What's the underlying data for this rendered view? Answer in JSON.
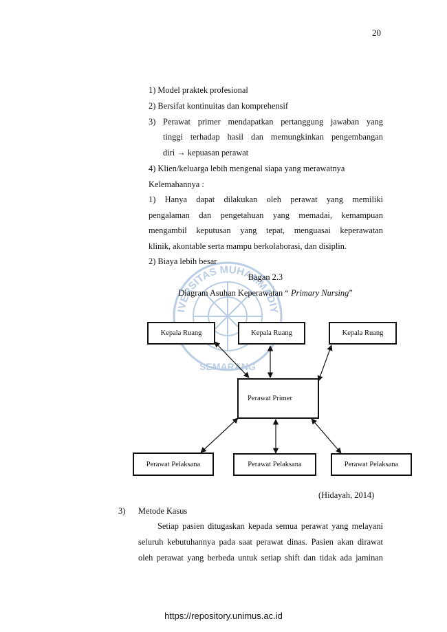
{
  "page_number": "20",
  "list_items": [
    "1) Model praktek profesional",
    "2) Bersifat kontinuitas dan komprehensif",
    "3) Perawat primer mendapatkan pertanggung jawaban yang",
    "tinggi terhadap hasil dan memungkinkan pengembangan",
    "diri → kepuasan perawat",
    "4) Klien/keluarga lebih mengenal siapa yang merawatnya"
  ],
  "weakness_heading": "Kelemahannya :",
  "weakness_items": [
    "1) Hanya dapat dilakukan oleh perawat yang memiliki",
    "pengalaman dan pengetahuan yang memadai, kemampuan",
    "mengambil keputusan yang tepat, menguasai keperawatan",
    "klinik, akontable serta mampu berkolaborasi, dan disiplin.",
    "2) Biaya lebih besar"
  ],
  "figure": {
    "number": "Bagan 2.3",
    "caption_prefix": "Diagram Asuhan Keperawatan “",
    "caption_italic": " Primary Nursing",
    "caption_suffix": "”"
  },
  "diagram": {
    "top_boxes": [
      "Kepala Ruang",
      "Kepala Ruang",
      "Kepala Ruang"
    ],
    "center_box": "Perawat Primer",
    "bottom_boxes": [
      "Perawat Pelaksana",
      "Perawat Pelaksana",
      "Perawat Pelaksana"
    ]
  },
  "citation": "(Hidayah, 2014)",
  "section": {
    "number": "3)",
    "title": "Metode Kasus",
    "lines": [
      "Setiap pasien ditugaskan kepada semua perawat yang melayani",
      "seluruh kebutuhannya pada saat perawat dinas. Pasien akan dirawat",
      "oleh perawat yang berbeda untuk setiap shift dan tidak ada jaminan"
    ]
  },
  "watermark": {
    "top_text": "UNIVERSITAS MUHAMMADIYAH",
    "bottom_text": "SEMARANG",
    "color": "#3a6fb0"
  },
  "footer_url": "https://repository.unimus.ac.id"
}
